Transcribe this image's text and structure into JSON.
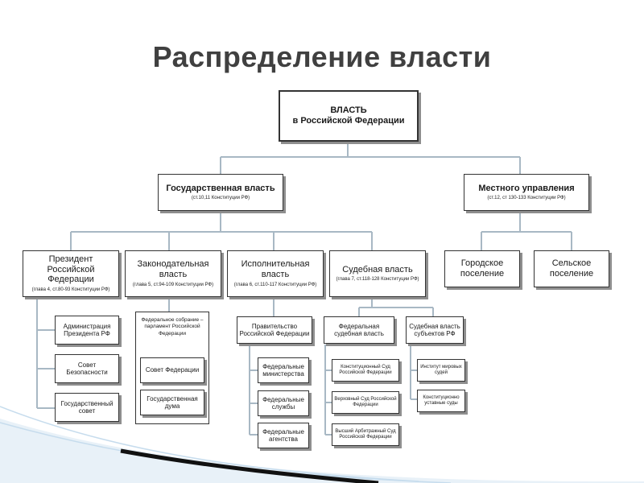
{
  "title": "Распределение власти",
  "root": {
    "line1": "ВЛАСТЬ",
    "line2": "в Российской Федерации"
  },
  "state": {
    "title": "Государственная власть",
    "ref": "(ст.10,11 Конституции РФ)"
  },
  "local": {
    "title": "Местного управления",
    "ref": "(ст.12, ст 130-133 Конституции РФ)"
  },
  "president": {
    "title": "Президент Российской Федерации",
    "ref": "(глава 4, ст.80-93 Конституции РФ)"
  },
  "legislative": {
    "title": "Законодательная власть",
    "ref": "(глава 5, ст.94-109 Конституции РФ)"
  },
  "executive": {
    "title": "Исполнительная власть",
    "ref": "(глава 6, ст.110-117 Конституции РФ)"
  },
  "judicial": {
    "title": "Судебная власть",
    "ref": "(глава 7, ст.118-128 Конституции РФ)"
  },
  "urban": "Городское поселение",
  "rural": "Сельское поселение",
  "pres_children": [
    "Администрация Президента РФ",
    "Совет Безопасности",
    "Государственный совет"
  ],
  "leg_parent": "Федеральное собрание – парламент Российской Федерации",
  "leg_children": [
    "Совет Федерации",
    "Государственная дума"
  ],
  "exec_parent": "Правительство Российской Федерации",
  "exec_children": [
    "Федеральные министерства",
    "Федеральные службы",
    "Федеральные агентства"
  ],
  "fed_judicial": "Федеральная судебная власть",
  "fed_courts": [
    "Конституционный Суд Российской Федерации",
    "Верховный Суд Российской Федерации",
    "Высший Арбитражный Суд Российской Федерации"
  ],
  "subj_judicial": "Судебная власть субъектов РФ",
  "subj_courts": [
    "Институт мировых судей",
    "Конституционно уставные суды"
  ],
  "colors": {
    "line": "#a8b8c4",
    "border": "#333333",
    "shadow": "#8e8e8e",
    "title": "#404040"
  }
}
